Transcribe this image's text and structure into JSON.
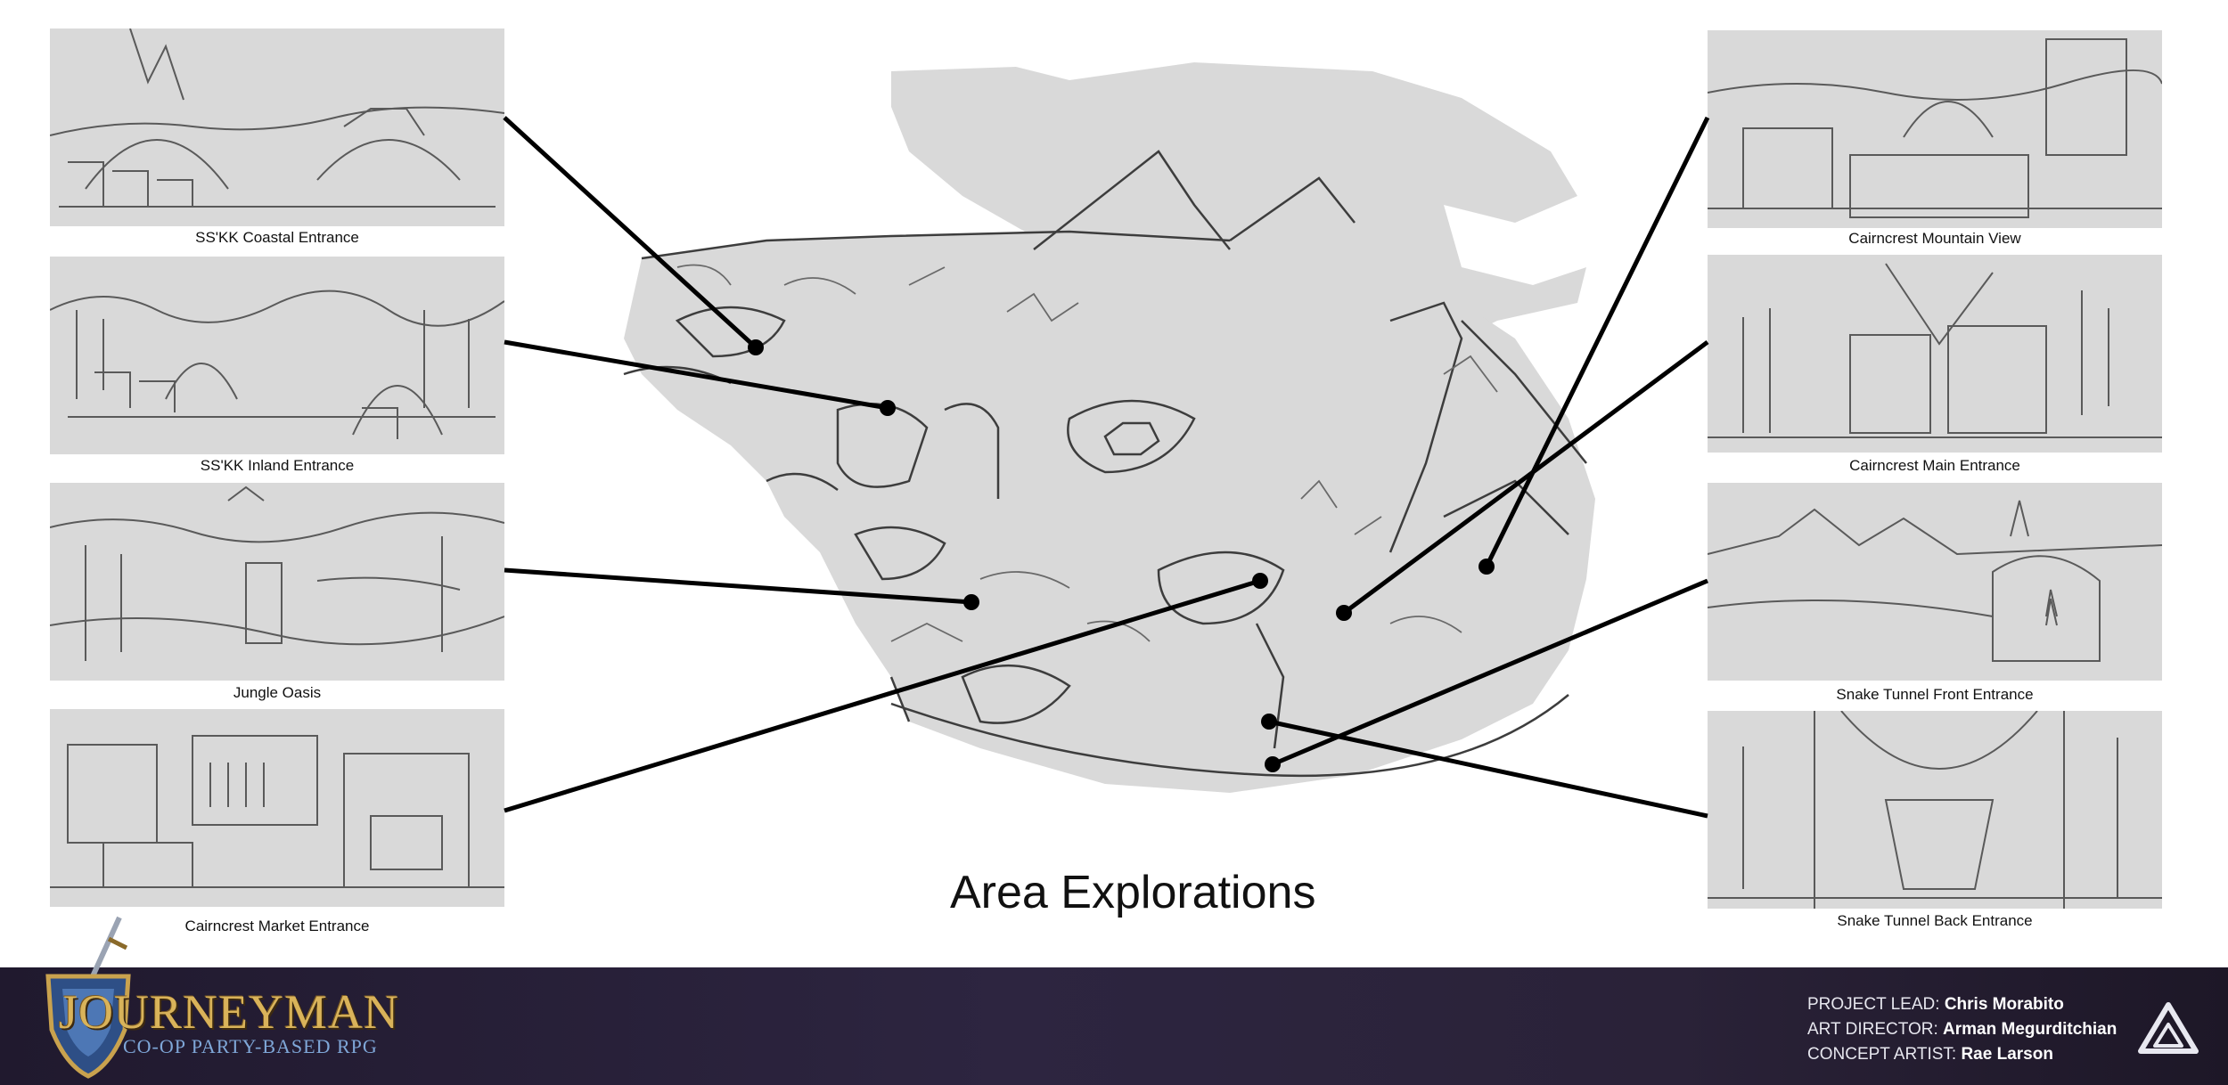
{
  "title": "Area Explorations",
  "panels_left": [
    {
      "caption": "SS'KK Coastal Entrance"
    },
    {
      "caption": "SS'KK Inland Entrance"
    },
    {
      "caption": "Jungle Oasis"
    },
    {
      "caption": "Cairncrest Market Entrance"
    }
  ],
  "panels_right": [
    {
      "caption": "Cairncrest Mountain View"
    },
    {
      "caption": "Cairncrest Main Entrance"
    },
    {
      "caption": "Snake Tunnel Front Entrance"
    },
    {
      "caption": "Snake Tunnel Back Entrance"
    }
  ],
  "footer": {
    "logo_word": "JOURNEYMAN",
    "logo_sub": "CO-OP PARTY-BASED RPG",
    "credits": [
      {
        "role": "PROJECT LEAD:",
        "name": "Chris Morabito"
      },
      {
        "role": "ART DIRECTOR:",
        "name": "Arman Megurditchian"
      },
      {
        "role": "CONCEPT ARTIST:",
        "name": "Rae Larson"
      }
    ]
  },
  "colors": {
    "sketch_fill": "#d9d9d9",
    "sketch_line": "#555555",
    "connector": "#000000",
    "footer_bg": "#2a2238",
    "logo_gold": "#d9b35a",
    "logo_blue": "#7fa7d8"
  },
  "icons": {
    "logo": "journeyman-shield-sword-logo",
    "studio": "triangle-studio-logo"
  }
}
